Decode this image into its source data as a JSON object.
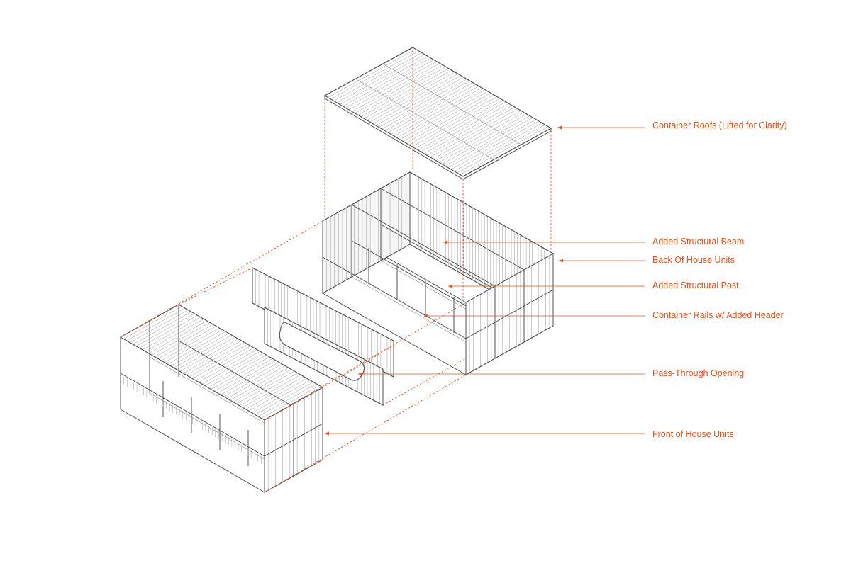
{
  "colors": {
    "accent": "#e8501c",
    "linework": "#505050",
    "background": "#ffffff"
  },
  "annotations": [
    {
      "id": "roofs",
      "text": "Container Roofs (Lifted for Clarity)"
    },
    {
      "id": "beam",
      "text": "Added Structural Beam"
    },
    {
      "id": "back",
      "text": "Back Of House Units"
    },
    {
      "id": "post",
      "text": "Added Structural Post"
    },
    {
      "id": "rails",
      "text": "Container Rails w/ Added Header"
    },
    {
      "id": "opening",
      "text": "Pass-Through Opening"
    },
    {
      "id": "front",
      "text": "Front of House Units"
    }
  ]
}
